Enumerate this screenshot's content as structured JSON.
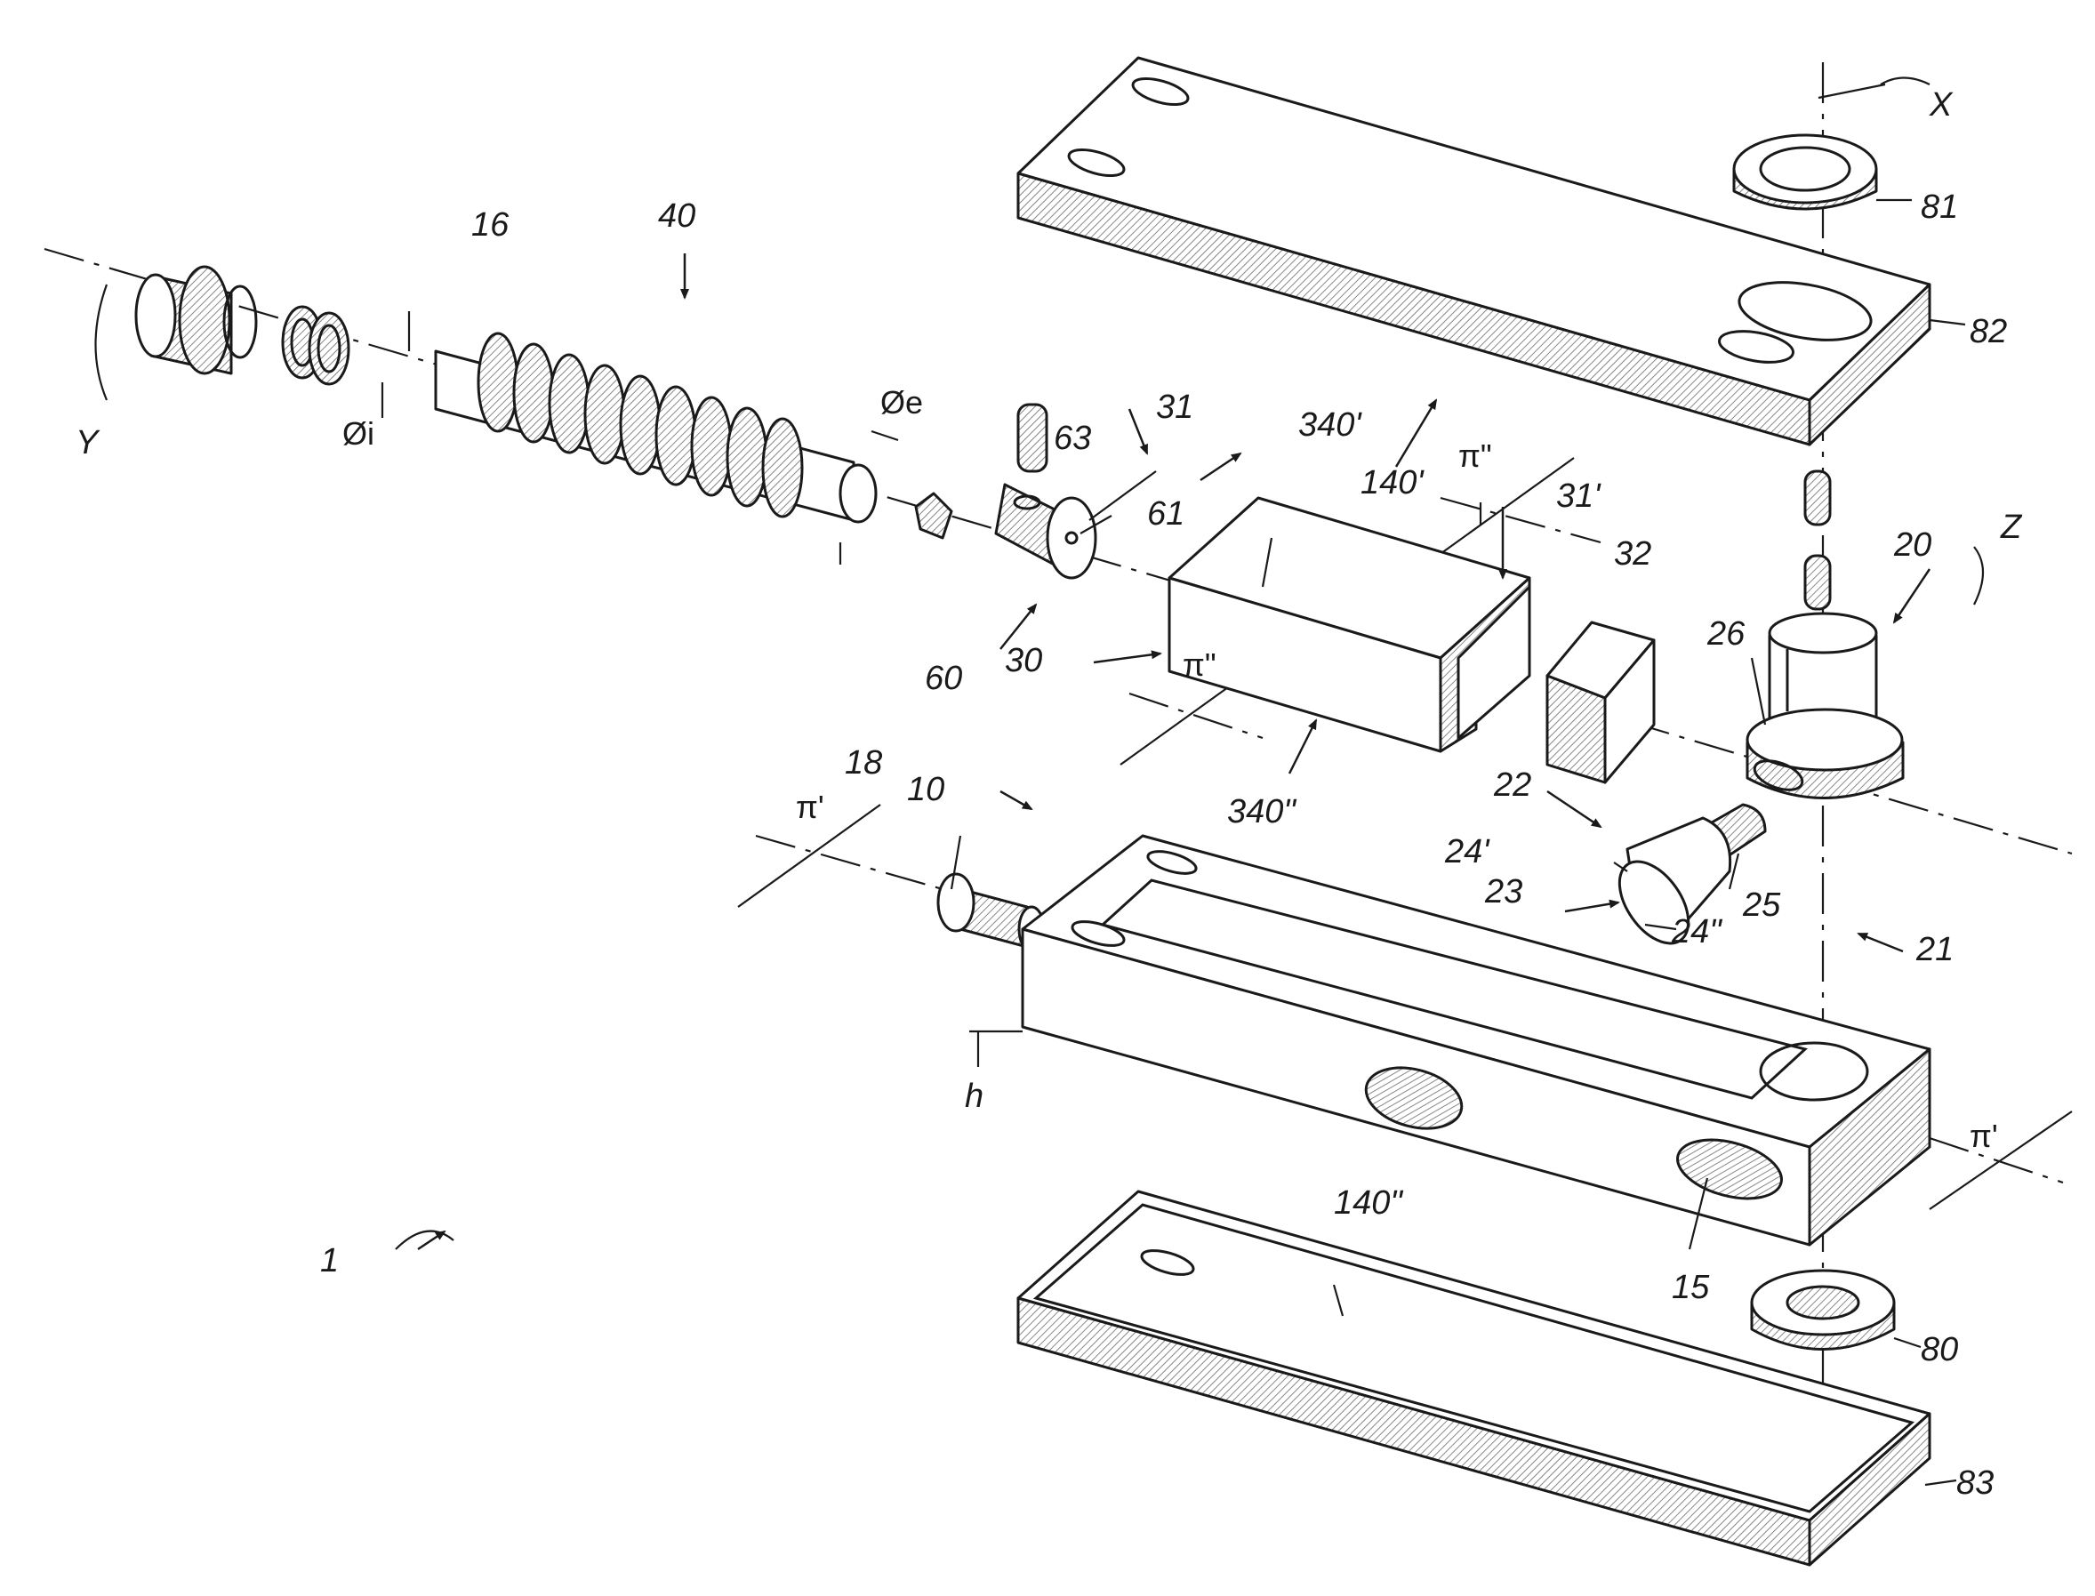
{
  "figure": {
    "labels": {
      "device": "1",
      "body": "10",
      "bushing": "15",
      "rod": "16",
      "plug": "18",
      "spindle": "20",
      "axis_group": "21",
      "cam": "22",
      "cam_face": "23",
      "cam_face_upper": "24'",
      "cam_face_lower": "24\"",
      "cam_pin": "25",
      "spindle_bore": "26",
      "slider": "30",
      "slider_top": "31",
      "slider_end": "31'",
      "pad": "32",
      "slider_face_upper": "340'",
      "slider_face_lower": "340\"",
      "cover_upper_seat": "140'",
      "cover_lower_seat": "140\"",
      "spring_group": "40",
      "pin_holder": "60",
      "pin_holder_hole": "61",
      "pin_holder_bore": "63",
      "lower_bearing": "80",
      "upper_bearing": "81",
      "upper_cover": "82",
      "lower_cover": "83",
      "axis_x": "X",
      "axis_y": "Y",
      "axis_z": "Z",
      "diameter_e": "Øe",
      "diameter_i": "Øi",
      "height": "h",
      "plane_pi1_left": "π'",
      "plane_pi1_right": "π'",
      "plane_pi2_top": "π\"",
      "plane_pi2_mid": "π\""
    }
  }
}
